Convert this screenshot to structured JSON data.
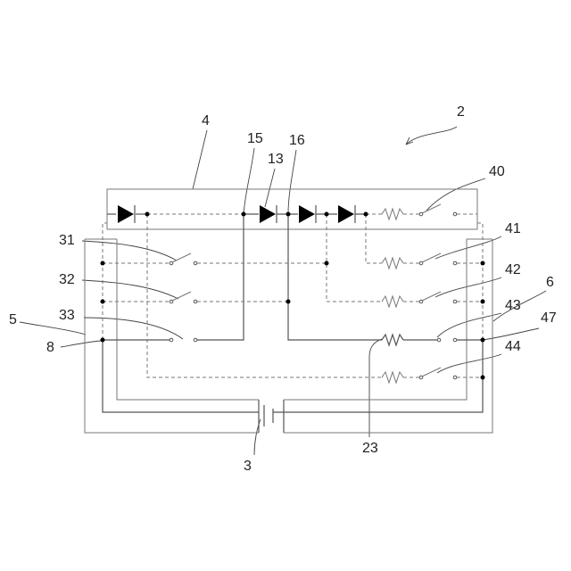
{
  "labels": {
    "l2": "2",
    "l3": "3",
    "l4": "4",
    "l5": "5",
    "l6": "6",
    "l8": "8",
    "l13": "13",
    "l15": "15",
    "l16": "16",
    "l23": "23",
    "l31": "31",
    "l32": "32",
    "l33": "33",
    "l40": "40",
    "l41": "41",
    "l42": "42",
    "l43": "43",
    "l44": "44",
    "l47": "47"
  }
}
